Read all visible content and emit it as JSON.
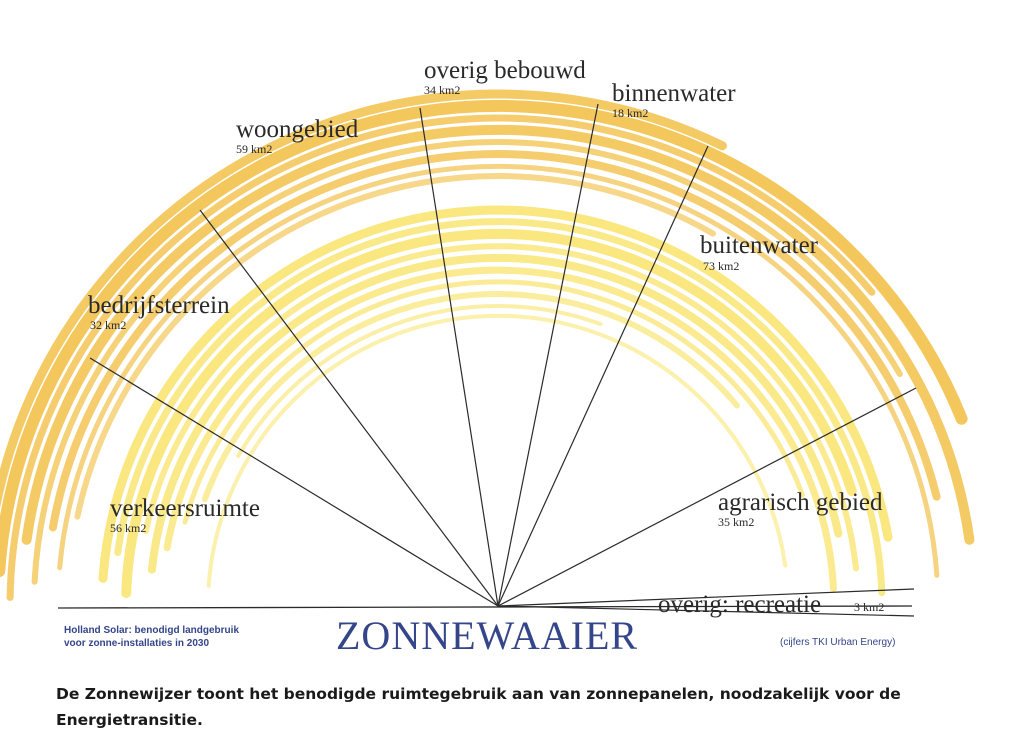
{
  "diagram": {
    "segments": [
      {
        "name": "verkeersruimte",
        "area": "56 km2"
      },
      {
        "name": "bedrijfsterrein",
        "area": "32 km2"
      },
      {
        "name": "woongebied",
        "area": "59 km2"
      },
      {
        "name": "overig bebouwd",
        "area": "34 km2"
      },
      {
        "name": "binnenwater",
        "area": "18 km2"
      },
      {
        "name": "buitenwater",
        "area": "73 km2"
      },
      {
        "name": "agrarisch gebied",
        "area": "35 km2"
      },
      {
        "name": "overig: recreatie",
        "area": "3 km2"
      }
    ],
    "colors": {
      "outer_band": "#f2c14a",
      "inner_band": "#f9e36a",
      "lines": "#2b2b2b",
      "title": "#34458a"
    }
  },
  "footer": {
    "left_line1": "Holland Solar: benodigd landgebruik",
    "left_line2": "voor zonne-installaties in 2030",
    "title": "ZONNEWAAIER",
    "source": "(cijfers TKI Urban Energy)"
  },
  "caption": "De Zonnewijzer toont het benodigde ruimtegebruik aan van zonnepanelen, noodzakelijk voor de Energietransitie."
}
